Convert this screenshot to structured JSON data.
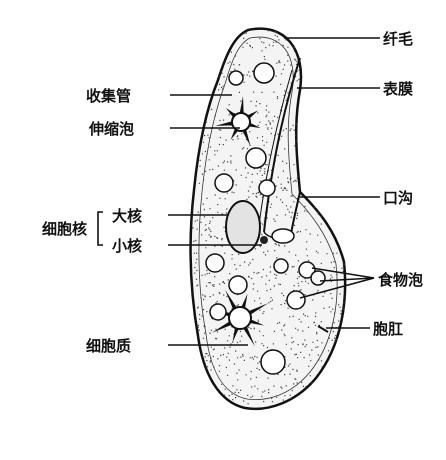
{
  "labels": {
    "cilia": "纤毛",
    "pellicle": "表膜",
    "collecting_canal": "收集管",
    "contractile_vacuole": "伸缩泡",
    "oral_groove": "口沟",
    "macronucleus": "大核",
    "nucleus_group": "细胞核",
    "micronucleus": "小核",
    "food_vacuole": "食物泡",
    "anal_pore": "胞肛",
    "cytoplasm": "细胞质"
  },
  "colors": {
    "ink": "#111111",
    "cell_fill": "#f4f4f4",
    "background": "#ffffff"
  }
}
